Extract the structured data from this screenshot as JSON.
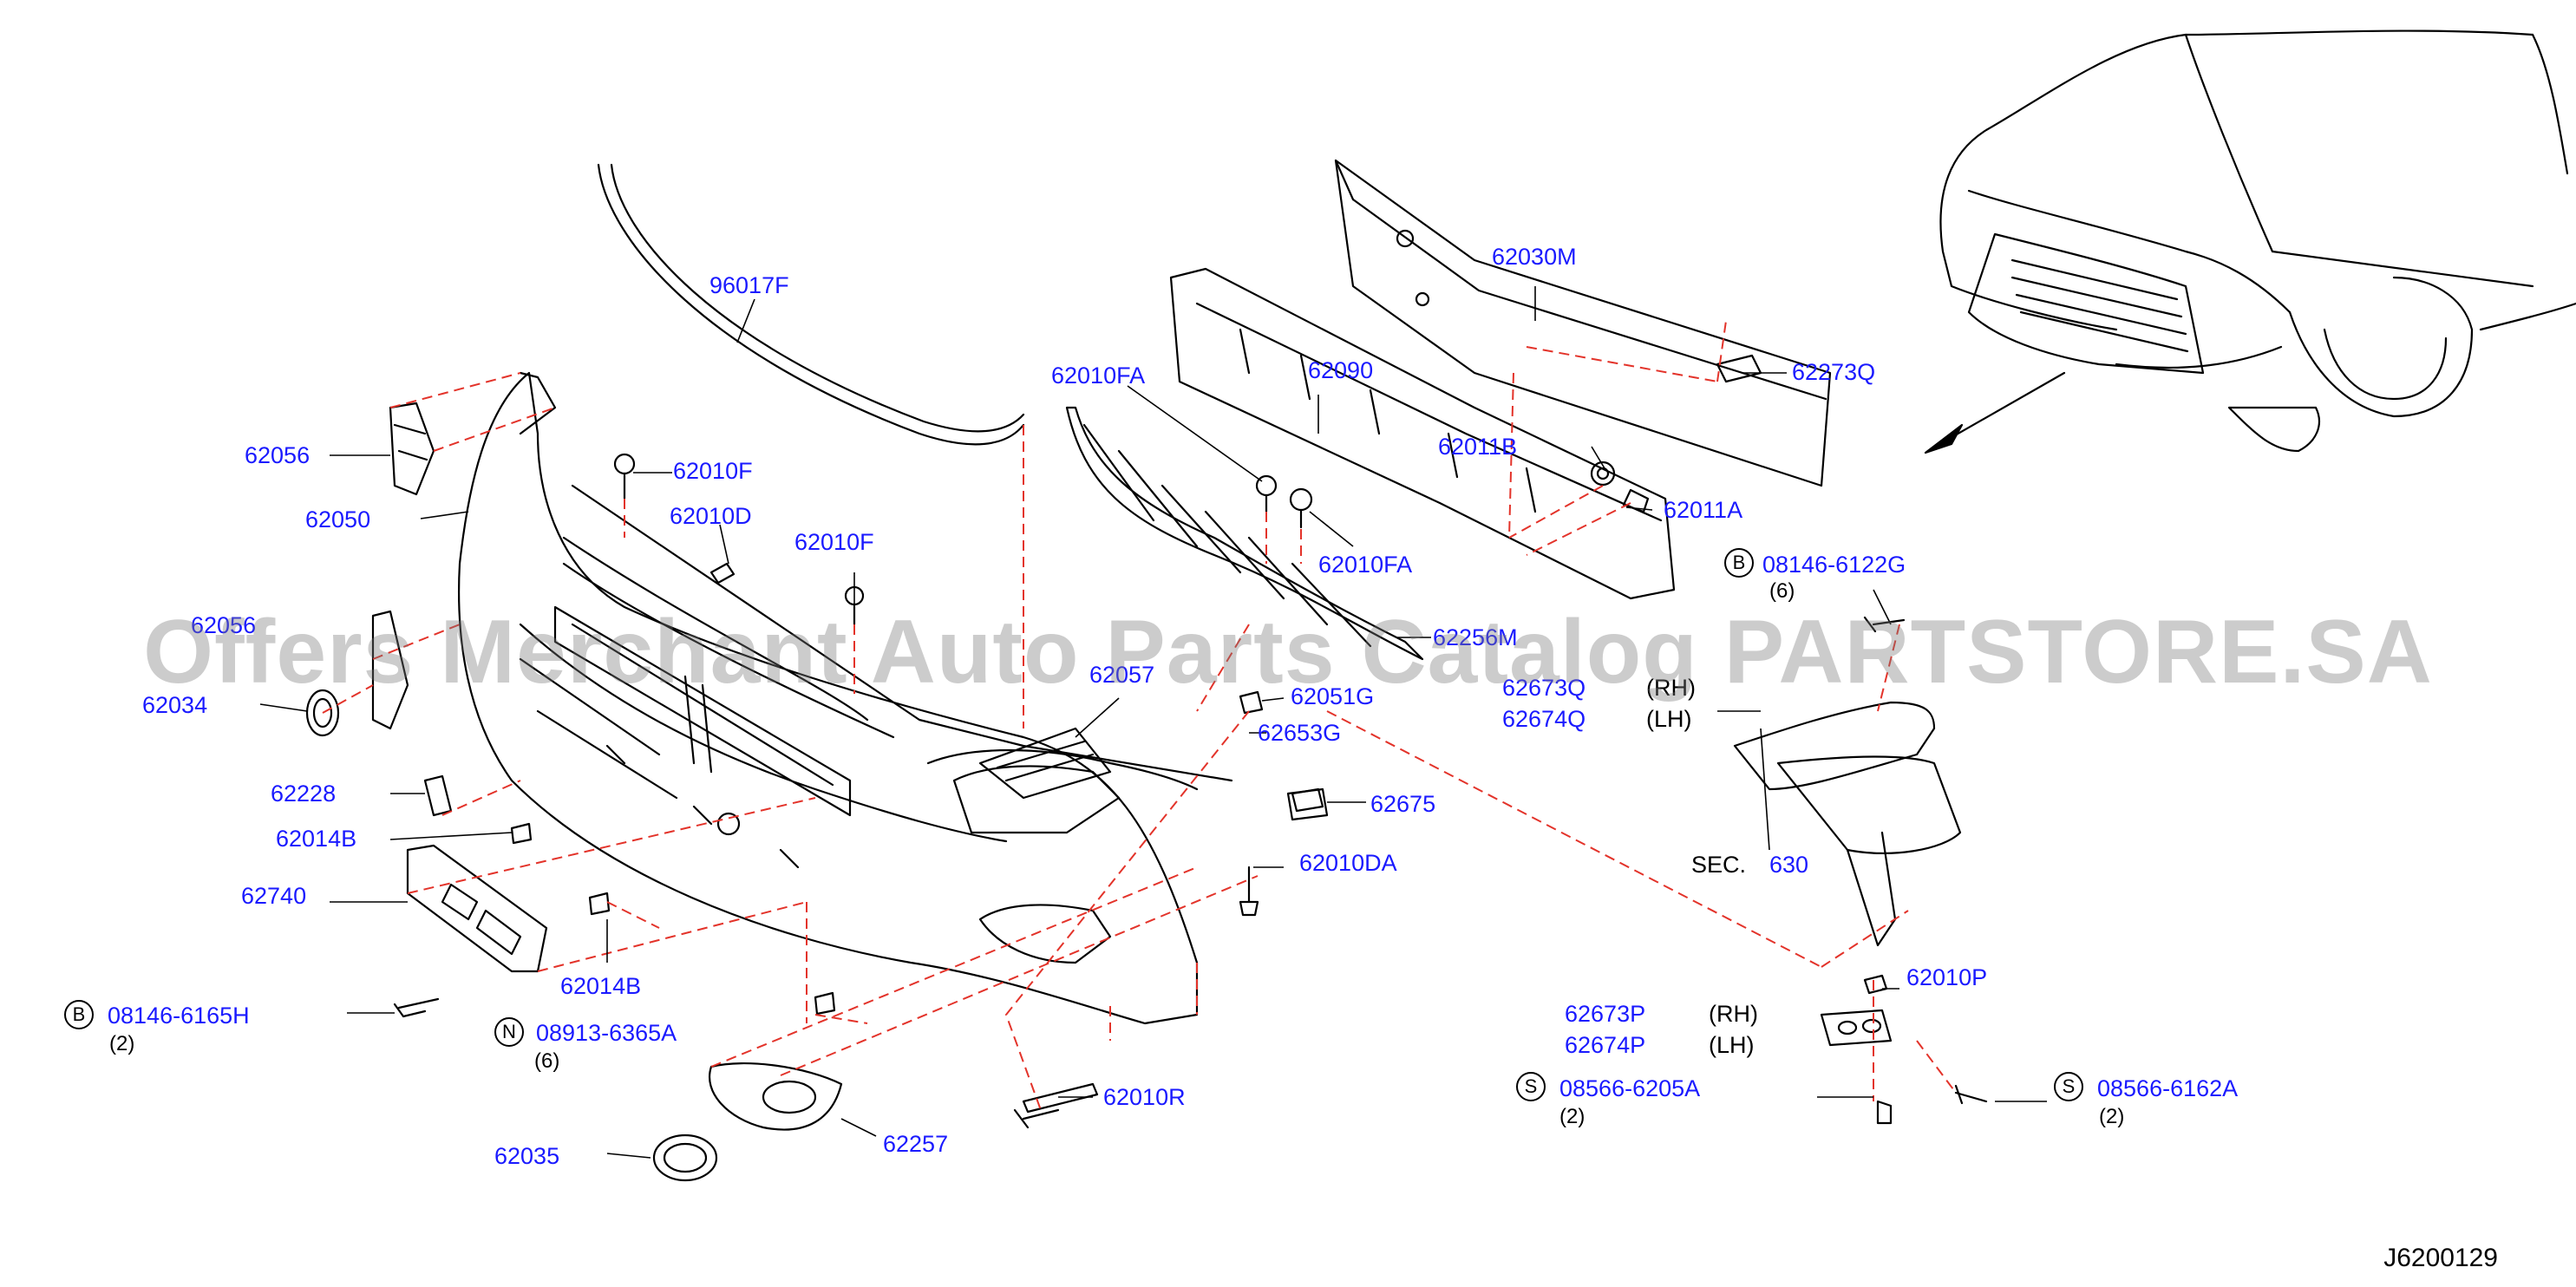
{
  "diagram": {
    "code": "J6200129",
    "watermark": "Offers Merchant Auto Parts Catalog PARTSTORE.SA",
    "labels": {
      "p96017F": "96017F",
      "p62030M": "62030M",
      "p62090": "62090",
      "p62010FA_top": "62010FA",
      "p62010FA_bot": "62010FA",
      "p62273Q": "62273Q",
      "p62011B": "62011B",
      "p62011A": "62011A",
      "p62056_top": "62056",
      "p62056_mid": "62056",
      "p62050": "62050",
      "p62010F_a": "62010F",
      "p62010D": "62010D",
      "p62010F_b": "62010F",
      "p62256M": "62256M",
      "p62057": "62057",
      "p62051G": "62051G",
      "p62673Q": "62673Q",
      "p62674Q": "62674Q",
      "p62653G": "62653G",
      "p62034": "62034",
      "p62228": "62228",
      "p62014B_a": "62014B",
      "p62740": "62740",
      "p62014B_b": "62014B",
      "p62675": "62675",
      "p62010DA": "62010DA",
      "p08146_6122G": "08146-6122G",
      "p08146_6165H": "08146-6165H",
      "p08913_6365A": "08913-6365A",
      "p62010R": "62010R",
      "p62257": "62257",
      "p62035": "62035",
      "p62010P": "62010P",
      "p62673P": "62673P",
      "p62674P": "62674P",
      "p08566_6205A": "08566-6205A",
      "p08566_6162A": "08566-6162A",
      "p630": "630"
    },
    "text": {
      "sec": "SEC.",
      "rh_q": "(RH)",
      "lh_q": "(LH)",
      "rh_p": "(RH)",
      "lh_p": "(LH)",
      "qty_6122G": "(6)",
      "qty_6165H": "(2)",
      "qty_6365A": "(6)",
      "qty_6205A": "(2)",
      "qty_6162A": "(2)"
    },
    "badges": {
      "b1": "B",
      "b2": "B",
      "n1": "N",
      "s1": "S",
      "s2": "S"
    }
  }
}
